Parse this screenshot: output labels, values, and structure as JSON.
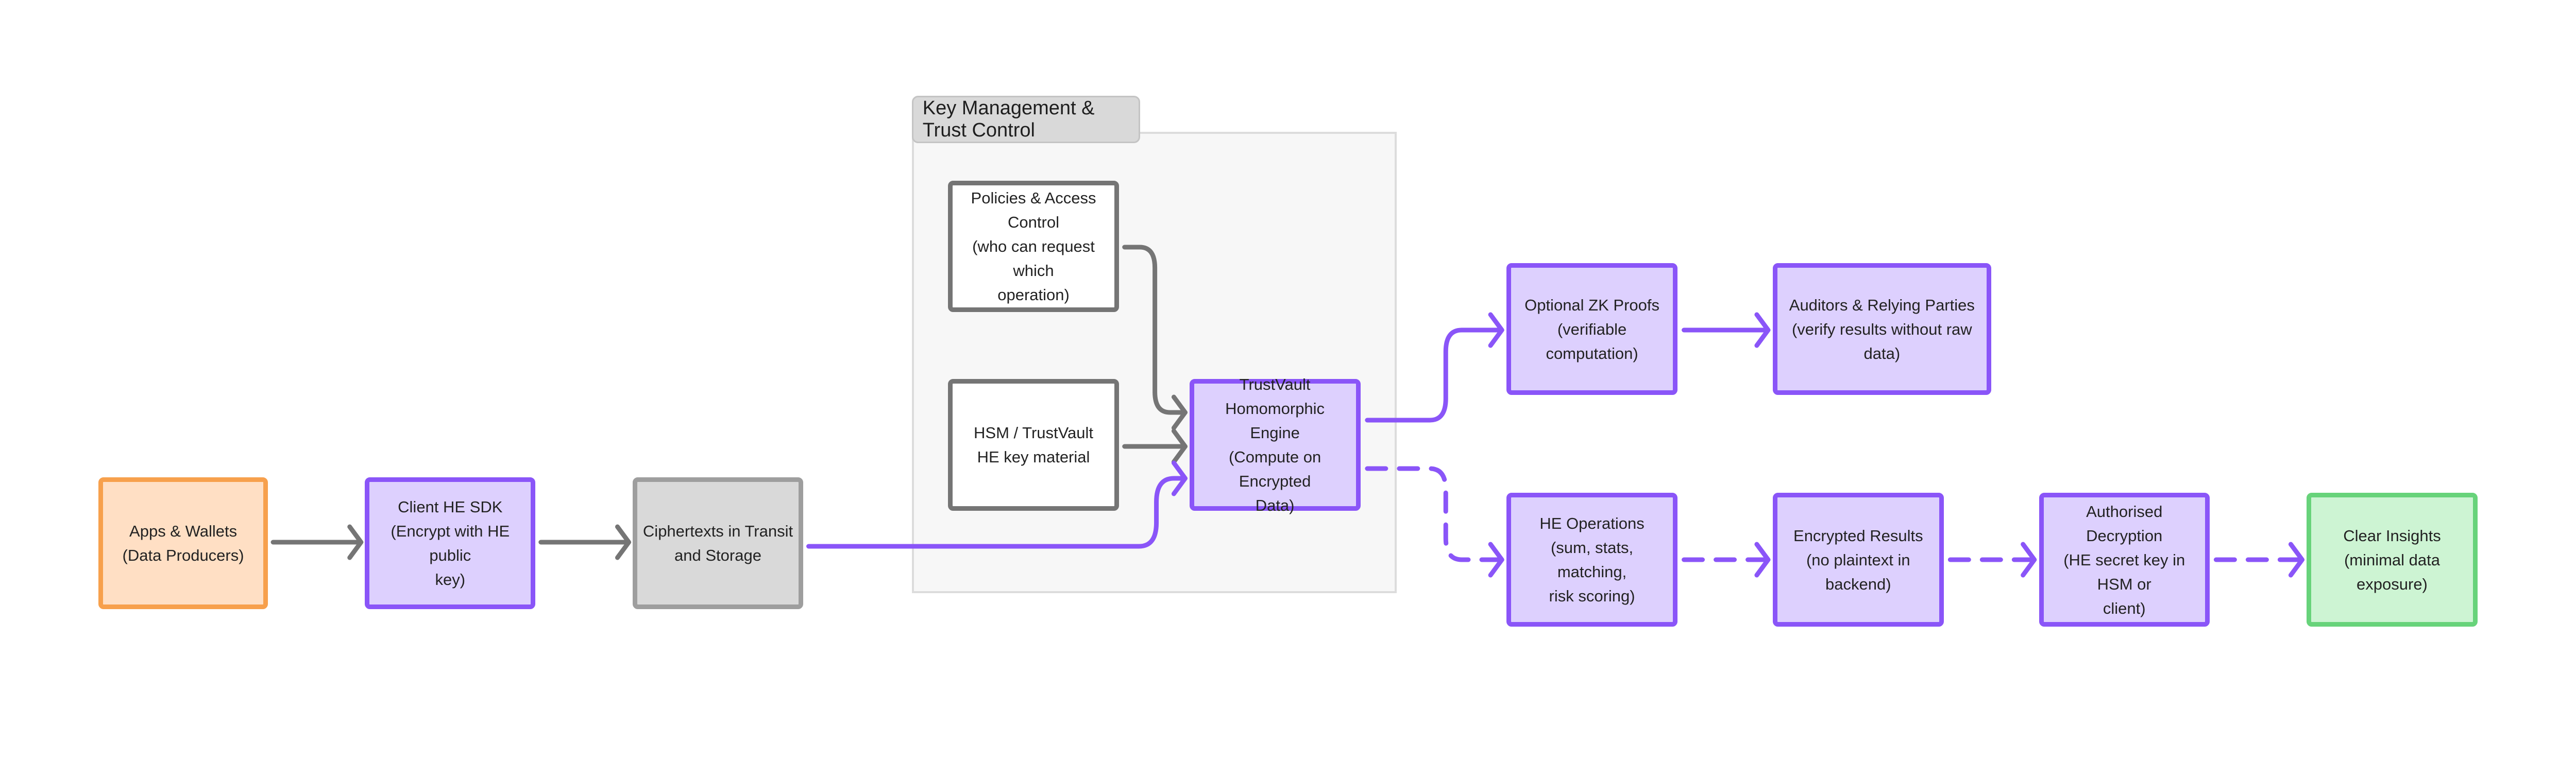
{
  "group": {
    "label": "Key Management & Trust Control"
  },
  "nodes": {
    "apps": [
      "Apps & Wallets",
      "(Data Producers)"
    ],
    "sdk": [
      "Client HE SDK",
      "(Encrypt with HE public",
      "key)"
    ],
    "cipher": [
      "Ciphertexts in Transit",
      "and Storage"
    ],
    "policies": [
      "Policies & Access Control",
      "(who can request which",
      "operation)"
    ],
    "hsm": [
      "HSM / TrustVault",
      "HE key material"
    ],
    "engine": [
      "TrustVault Homomorphic",
      "Engine",
      "(Compute on Encrypted",
      "Data)"
    ],
    "zk": [
      "Optional ZK Proofs",
      "(verifiable computation)"
    ],
    "auditors": [
      "Auditors & Relying Parties",
      "(verify results without raw data)"
    ],
    "heops": [
      "HE Operations",
      "(sum, stats, matching,",
      "risk scoring)"
    ],
    "encres": [
      "Encrypted Results",
      "(no plaintext in backend)"
    ],
    "authdec": [
      "Authorised Decryption",
      "(HE secret key in HSM or",
      "client)"
    ],
    "clear": [
      "Clear Insights",
      "(minimal data exposure)"
    ]
  },
  "colors": {
    "purple_stroke": "#8a55f8",
    "purple_fill": "#ddd0fe",
    "gray_stroke": "#757575",
    "orange_fill": "#ffdfc4",
    "orange_stroke": "#f7a04c",
    "green_fill": "#cdf4d3",
    "green_stroke": "#67d37a"
  }
}
